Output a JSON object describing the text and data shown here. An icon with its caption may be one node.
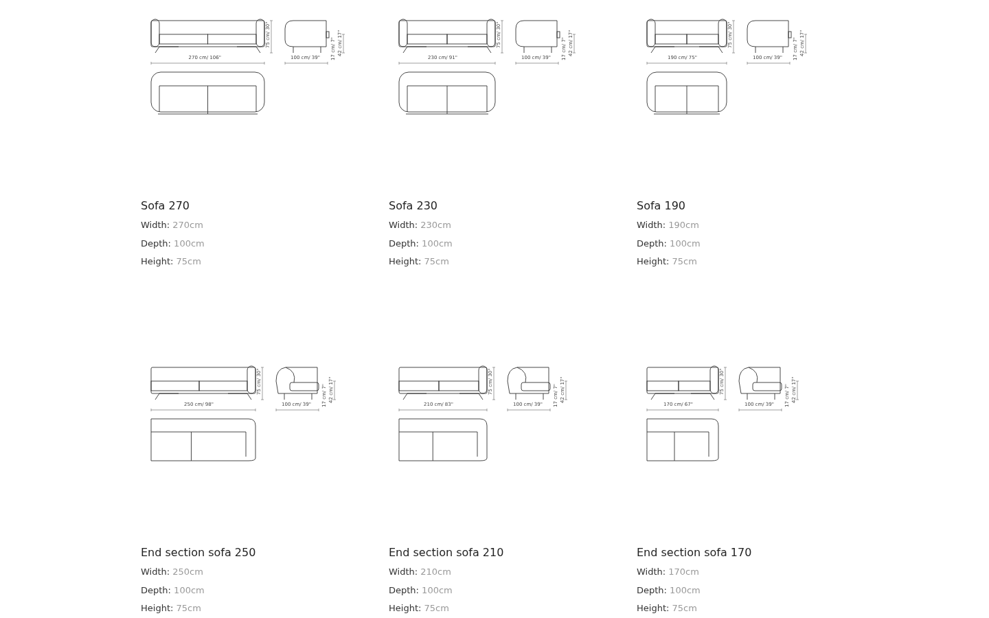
{
  "diagram": {
    "labels": [
      "270 cm/ 106\"",
      "75 cm/ 30\"",
      "100 cm/ 39\"",
      "17 cm/ 7\"",
      "42 cm/ 17\"",
      "Sofa 270",
      "Width: 270cm",
      "Depth: 100cm",
      "Height: 75cm",
      "230 cm/ 91\"",
      "75 cm/ 30\"",
      "100 cm/ 39\"",
      "17 cm/ 7\"",
      "42 cm/ 17\"",
      "Sofa 230",
      "Width: 230cm",
      "Depth: 100cm",
      "Height: 75cm",
      "190 cm/ 75\"",
      "75 cm/ 30\"",
      "100 cm/ 39\"",
      "17 cm/ 7\"",
      "42 cm/ 17\"",
      "Sofa 190",
      "Width: 190cm",
      "Depth: 100cm",
      "Height: 75cm",
      "250 cm/ 98\"",
      "75 cm/ 30\"",
      "100 cm/ 39\"",
      "17 cm/ 7\"",
      "42 cm/ 17\"",
      "End section sofa 250",
      "Width: 250cm",
      "Depth: 100cm",
      "Height: 75cm",
      "210 cm/ 83\"",
      "75 cm/ 30\"",
      "100 cm/ 39\"",
      "17 cm/ 7\"",
      "42 cm/ 17\"",
      "End section sofa 210",
      "Width: 210cm",
      "Depth: 100cm",
      "Height: 75cm",
      "170 cm/ 67\"",
      "75 cm/ 30\"",
      "100 cm/ 39\"",
      "17 cm/ 7\"",
      "42 cm/ 17\"",
      "End section sofa 170",
      "Width: 170cm",
      "Depth: 100cm",
      "Height: 75cm"
    ]
  }
}
